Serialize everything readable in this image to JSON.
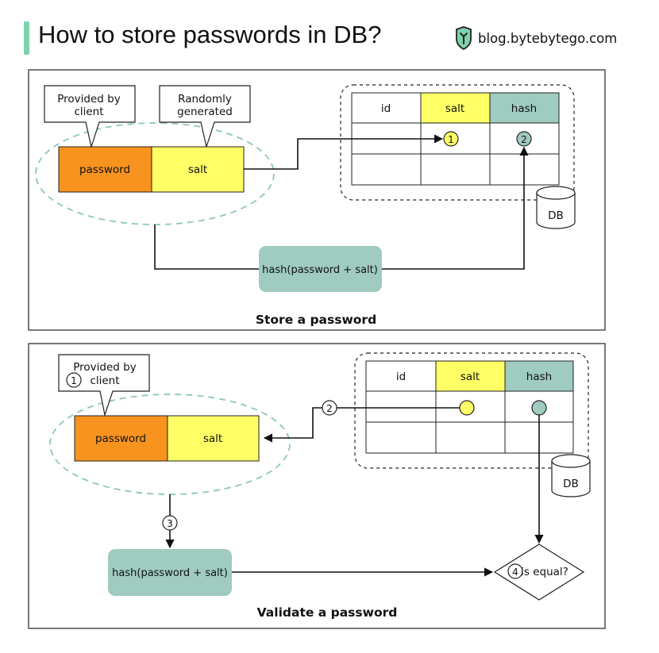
{
  "header": {
    "title": "How to store passwords in DB?",
    "brand": "blog.bytebytego.com",
    "logo_icon": "bytebytego-logo-icon",
    "accent_color": "#7dd3ae"
  },
  "colors": {
    "password": "#f7931e",
    "salt": "#ffff66",
    "hash": "#9fcbc1",
    "ellipse_border": "#8cc7b8"
  },
  "store": {
    "callout_client": "Provided by\nclient",
    "callout_random": "Randomly\ngenerated",
    "password_label": "password",
    "salt_label": "salt",
    "table_headers": [
      "id",
      "salt",
      "hash"
    ],
    "marker_salt": "1",
    "marker_hash": "2",
    "db_label": "DB",
    "hash_fn_label": "hash(password + salt)",
    "caption": "Store a password"
  },
  "validate": {
    "callout_client": "Provided by\nclient",
    "callout_step": "1",
    "password_label": "password",
    "salt_label": "salt",
    "table_headers": [
      "id",
      "salt",
      "hash"
    ],
    "db_label": "DB",
    "step2": "2",
    "step3": "3",
    "step4": "4",
    "compare_label": "is equal?",
    "hash_fn_label": "hash(password + salt)",
    "caption": "Validate a password"
  }
}
